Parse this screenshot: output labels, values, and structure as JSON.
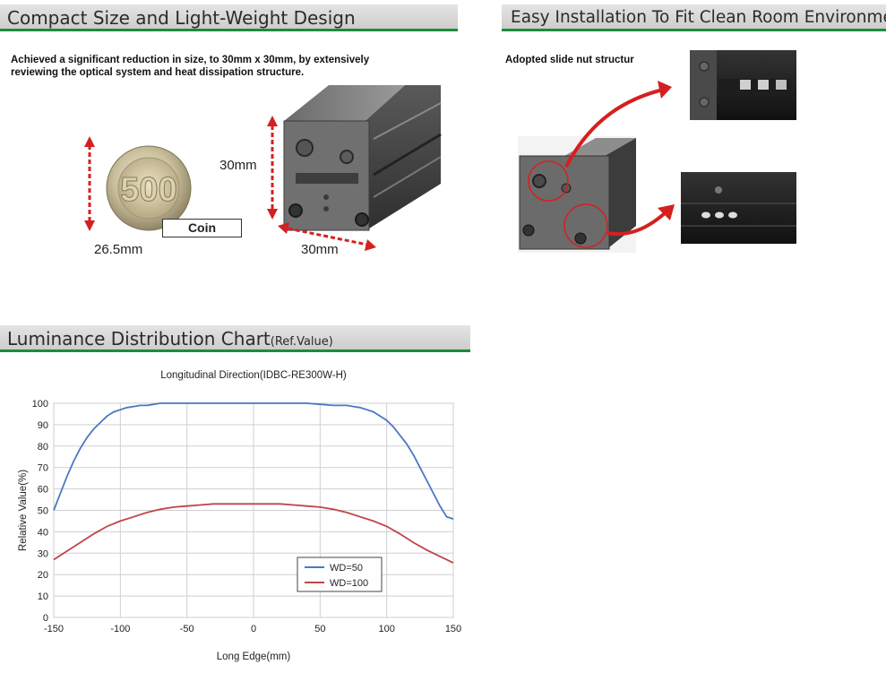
{
  "sections": {
    "compact": {
      "title": "Compact Size and Light-Weight Design",
      "note_line1": "Achieved a significant reduction in size, to 30mm x 30mm, by extensively",
      "note_line2": "reviewing the optical system and heat dissipation structure.",
      "coin_diameter": "26.5mm",
      "coin_label": "Coin",
      "coin_text": "500",
      "height_label": "30mm",
      "width_label": "30mm"
    },
    "install": {
      "title": "Easy Installation To Fit Clean Room Environments.",
      "note": "Adopted slide nut structur"
    },
    "luminance": {
      "title": "Luminance Distribution Chart",
      "title_suffix": "(Ref.Value)"
    }
  },
  "colors": {
    "header_bar": "#1f8b3a",
    "arrow_red": "#d42020",
    "series_blue": "#4a78c2",
    "series_red": "#c0444a"
  },
  "chart_data": {
    "type": "line",
    "title": "Longitudinal Direction(IDBC-RE300W-H)",
    "xlabel": "Long Edge(mm)",
    "ylabel": "Relative Value(%)",
    "xlim": [
      -150,
      150
    ],
    "ylim": [
      0,
      100
    ],
    "xticks": [
      -150,
      -100,
      -50,
      0,
      50,
      100,
      150
    ],
    "yticks": [
      0,
      10,
      20,
      30,
      40,
      50,
      60,
      70,
      80,
      90,
      100
    ],
    "grid": true,
    "legend": "bottom-right",
    "series": [
      {
        "name": "WD=50",
        "color": "#4a78c2",
        "x": [
          -150,
          -145,
          -140,
          -135,
          -130,
          -125,
          -120,
          -115,
          -110,
          -105,
          -100,
          -95,
          -90,
          -85,
          -80,
          -75,
          -70,
          -60,
          -50,
          -40,
          -30,
          -20,
          -10,
          0,
          10,
          20,
          30,
          40,
          50,
          60,
          70,
          75,
          80,
          85,
          90,
          95,
          100,
          105,
          110,
          115,
          120,
          125,
          130,
          135,
          140,
          145,
          150
        ],
        "y": [
          50,
          58,
          66,
          73,
          79,
          84,
          88,
          91,
          94,
          96,
          97,
          98,
          98.5,
          99,
          99,
          99.5,
          100,
          100,
          100,
          100,
          100,
          100,
          100,
          100,
          100,
          100,
          100,
          100,
          99.5,
          99,
          99,
          98.5,
          98,
          97,
          96,
          94,
          92,
          89,
          85,
          81,
          76,
          70,
          64,
          58,
          52,
          47,
          46
        ]
      },
      {
        "name": "WD=100",
        "color": "#c0444a",
        "x": [
          -150,
          -140,
          -130,
          -120,
          -110,
          -100,
          -90,
          -80,
          -70,
          -60,
          -50,
          -40,
          -30,
          -20,
          -10,
          0,
          10,
          20,
          30,
          40,
          50,
          60,
          70,
          80,
          90,
          100,
          110,
          120,
          130,
          140,
          150
        ],
        "y": [
          27,
          31,
          35,
          39,
          42.5,
          45,
          47,
          49,
          50.5,
          51.5,
          52,
          52.5,
          53,
          53,
          53,
          53,
          53,
          53,
          52.5,
          52,
          51.5,
          50.5,
          49,
          47,
          45,
          42.5,
          39,
          35,
          31.5,
          28.5,
          25.5
        ]
      }
    ]
  }
}
